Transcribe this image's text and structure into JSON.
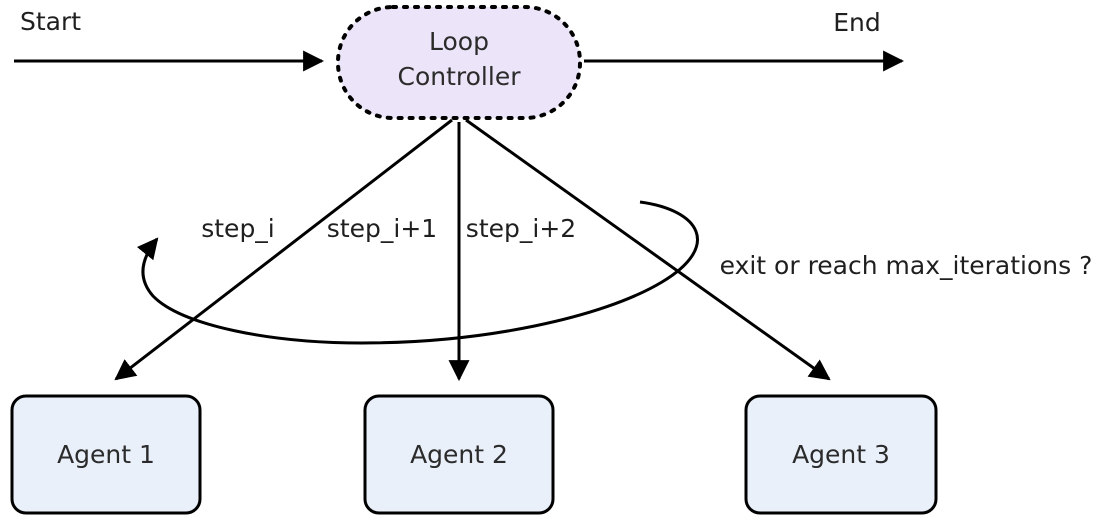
{
  "diagram": {
    "start_label": "Start",
    "end_label": "End",
    "controller": {
      "line1": "Loop",
      "line2": "Controller"
    },
    "edges": {
      "step1": "step_i",
      "step2": "step_i+1",
      "step3": "step_i+2",
      "loop_condition": "exit or reach max_iterations ?"
    },
    "agents": [
      {
        "label": "Agent 1"
      },
      {
        "label": "Agent 2"
      },
      {
        "label": "Agent 3"
      }
    ],
    "colors": {
      "controller_fill": "#ece4f8",
      "agent_fill": "#e9f0fa",
      "stroke": "#000000",
      "text": "#1f1f1f"
    }
  }
}
